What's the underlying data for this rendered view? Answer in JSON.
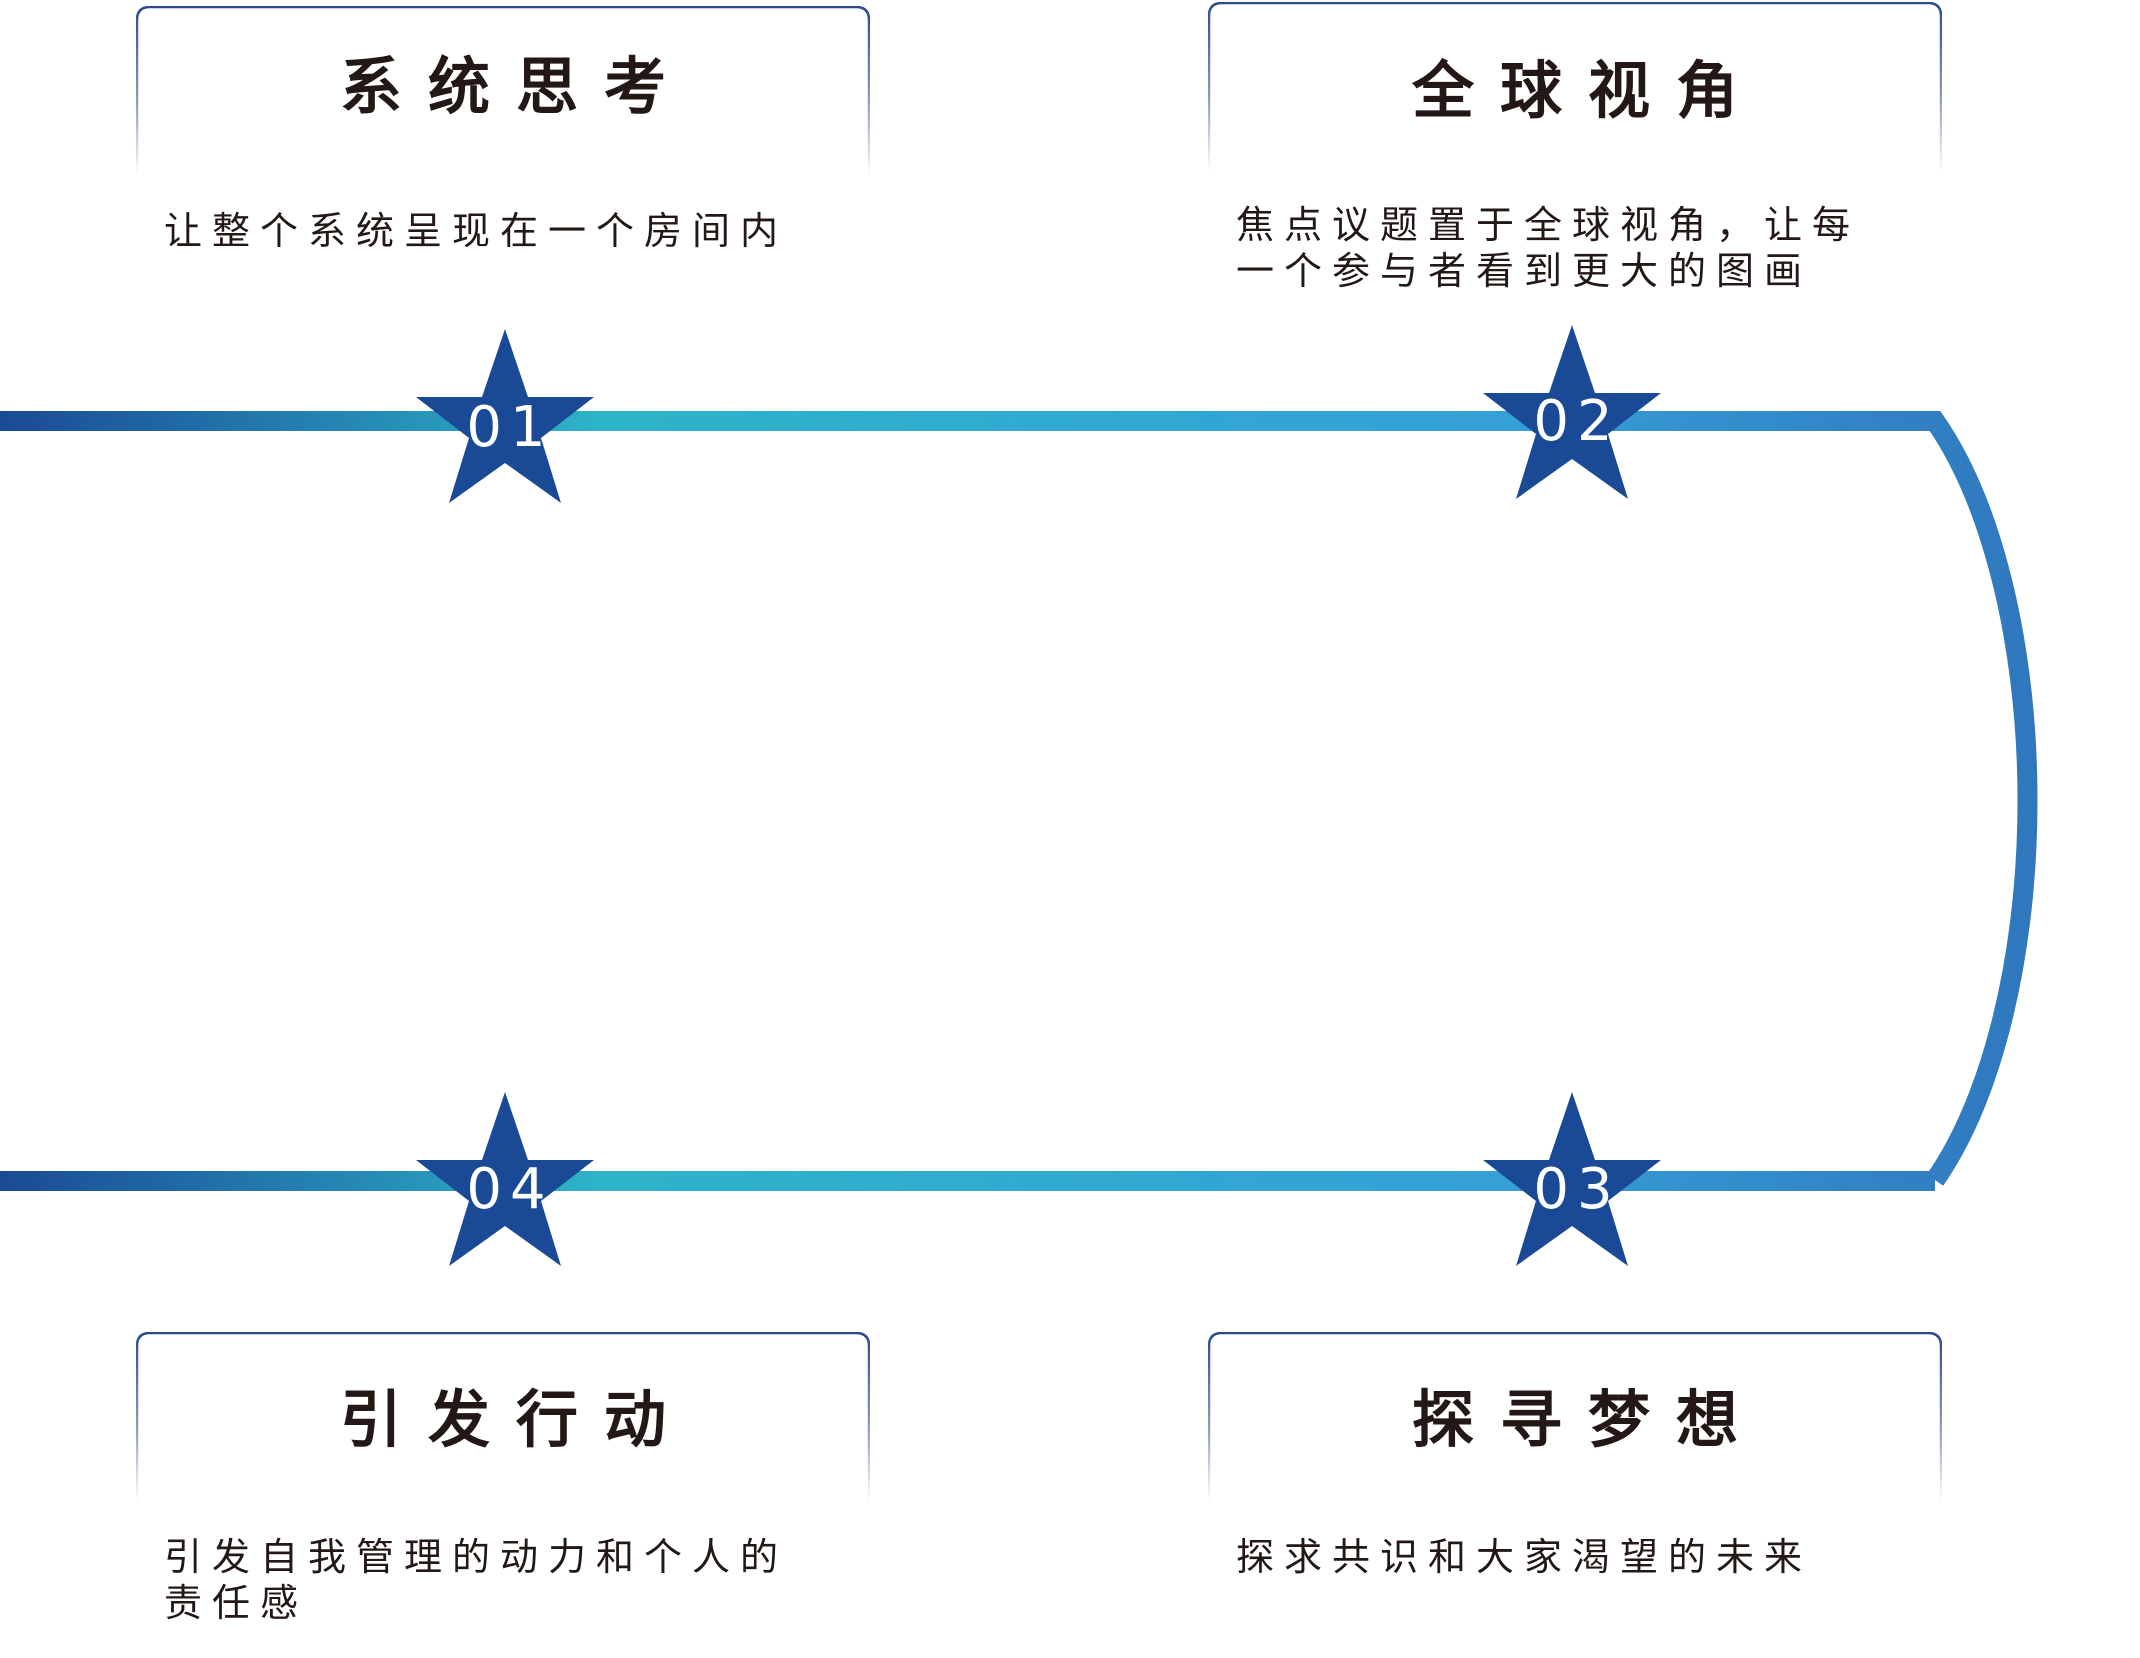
{
  "colors": {
    "star": "#1a4a96",
    "line_start": "#1a4a96",
    "line_mid": "#2db4c8",
    "line_end": "#2f6fb8",
    "card_border": "#2b4a8c",
    "text": "#231815"
  },
  "steps": [
    {
      "number": "01",
      "title": "系统思考",
      "description": [
        "让整个系统呈现在一个房间内"
      ]
    },
    {
      "number": "02",
      "title": "全球视角",
      "description": [
        "焦点议题置于全球视角，让每",
        "一个参与者看到更大的图画"
      ]
    },
    {
      "number": "03",
      "title": "探寻梦想",
      "description": [
        "探求共识和大家渴望的未来"
      ]
    },
    {
      "number": "04",
      "title": "引发行动",
      "description": [
        "引发自我管理的动力和个人的",
        "责任感"
      ]
    }
  ]
}
